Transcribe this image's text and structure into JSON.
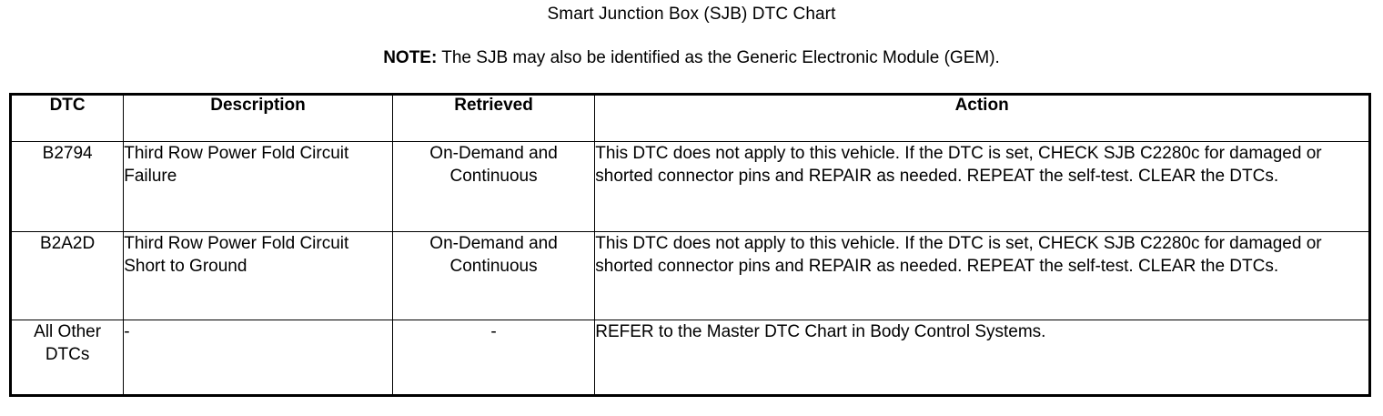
{
  "document": {
    "title": "Smart Junction Box (SJB) DTC Chart",
    "note_label": "NOTE:",
    "note_text": " The SJB may also be identified as the Generic Electronic Module (GEM)."
  },
  "table": {
    "headers": {
      "dtc": "DTC",
      "description": "Description",
      "retrieved": "Retrieved",
      "action": "Action"
    },
    "rows": [
      {
        "dtc": "B2794",
        "description": "Third Row Power Fold Circuit Failure",
        "retrieved": "On-Demand and Continuous",
        "action": "This DTC does not apply to this vehicle. If the DTC is set, CHECK SJB C2280c for damaged or shorted connector pins and REPAIR as needed. REPEAT the self-test. CLEAR the DTCs."
      },
      {
        "dtc": "B2A2D",
        "description": "Third Row Power Fold Circuit Short to Ground",
        "retrieved": "On-Demand and Continuous",
        "action": "This DTC does not apply to this vehicle. If the DTC is set, CHECK SJB C2280c for damaged or shorted connector pins and REPAIR as needed. REPEAT the self-test. CLEAR the DTCs."
      },
      {
        "dtc": "All Other DTCs",
        "description": "-",
        "retrieved": "-",
        "action": "REFER to the Master DTC Chart in Body Control Systems."
      }
    ]
  },
  "colors": {
    "text": "#000000",
    "background": "#ffffff",
    "border": "#000000"
  }
}
